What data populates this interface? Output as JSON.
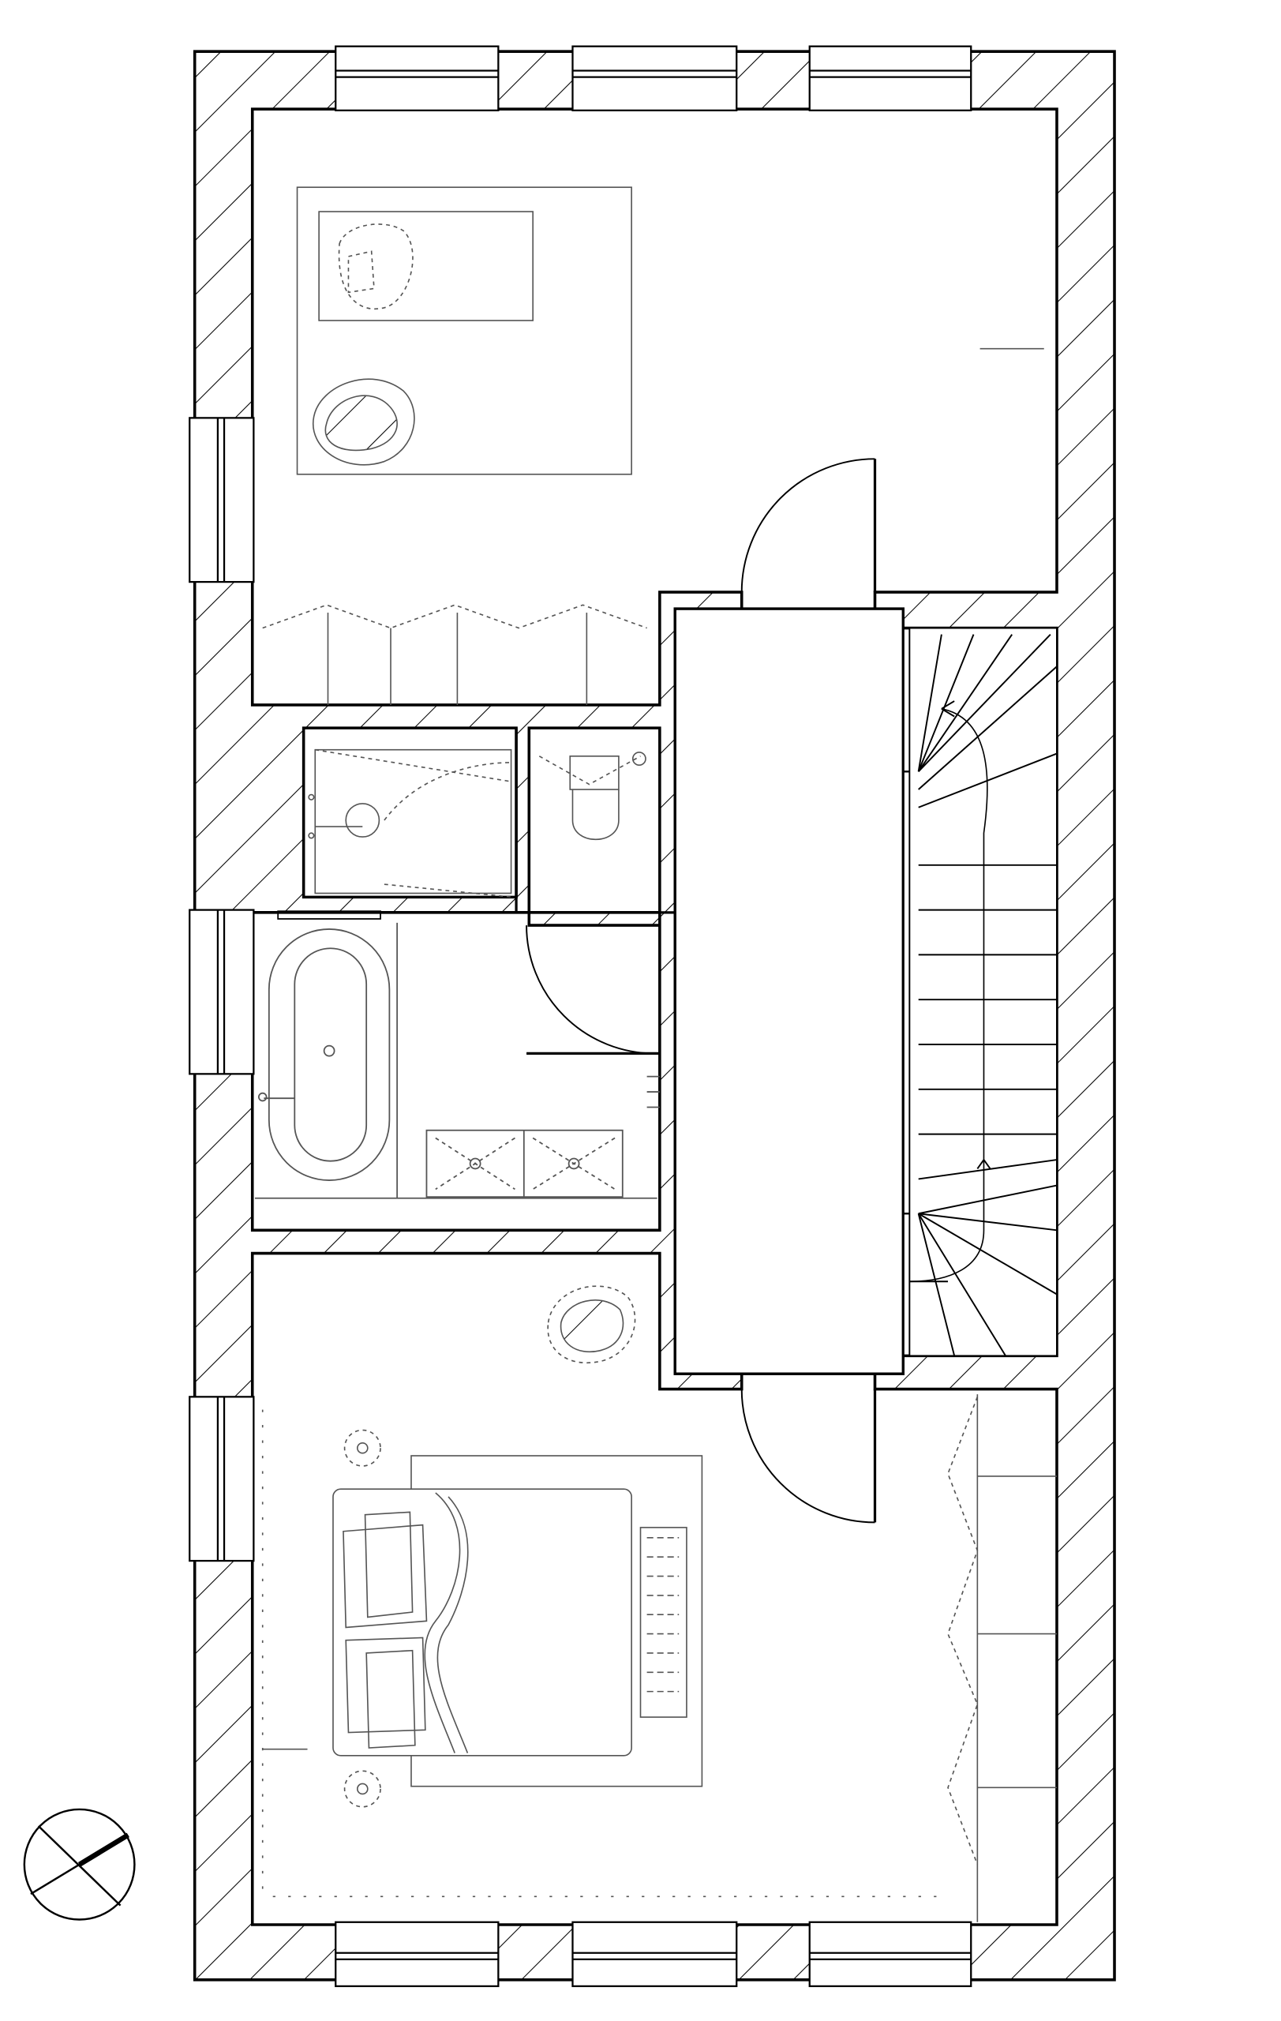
{
  "drawing": {
    "type": "architectural floor plan",
    "line_color": "#000000",
    "furniture_color": "#555555",
    "hatch_color": "#000000",
    "background": "#ffffff"
  },
  "rooms": [
    {
      "id": "bedroom-top",
      "fixtures": [
        "rug",
        "armchair",
        "wardrobe"
      ]
    },
    {
      "id": "shower-room",
      "fixtures": [
        "shower",
        "shower-drain"
      ]
    },
    {
      "id": "wc",
      "fixtures": [
        "toilet"
      ]
    },
    {
      "id": "bathroom",
      "fixtures": [
        "bathtub",
        "double-vanity"
      ]
    },
    {
      "id": "hallway",
      "fixtures": []
    },
    {
      "id": "staircase",
      "fixtures": [
        "winder-stairs",
        "handrail"
      ]
    },
    {
      "id": "bedroom-bottom",
      "fixtures": [
        "double-bed",
        "rug",
        "armchair",
        "wardrobe",
        "bedside-lamps"
      ]
    }
  ],
  "symbols": {
    "north_arrow": "north-arrow-icon"
  }
}
